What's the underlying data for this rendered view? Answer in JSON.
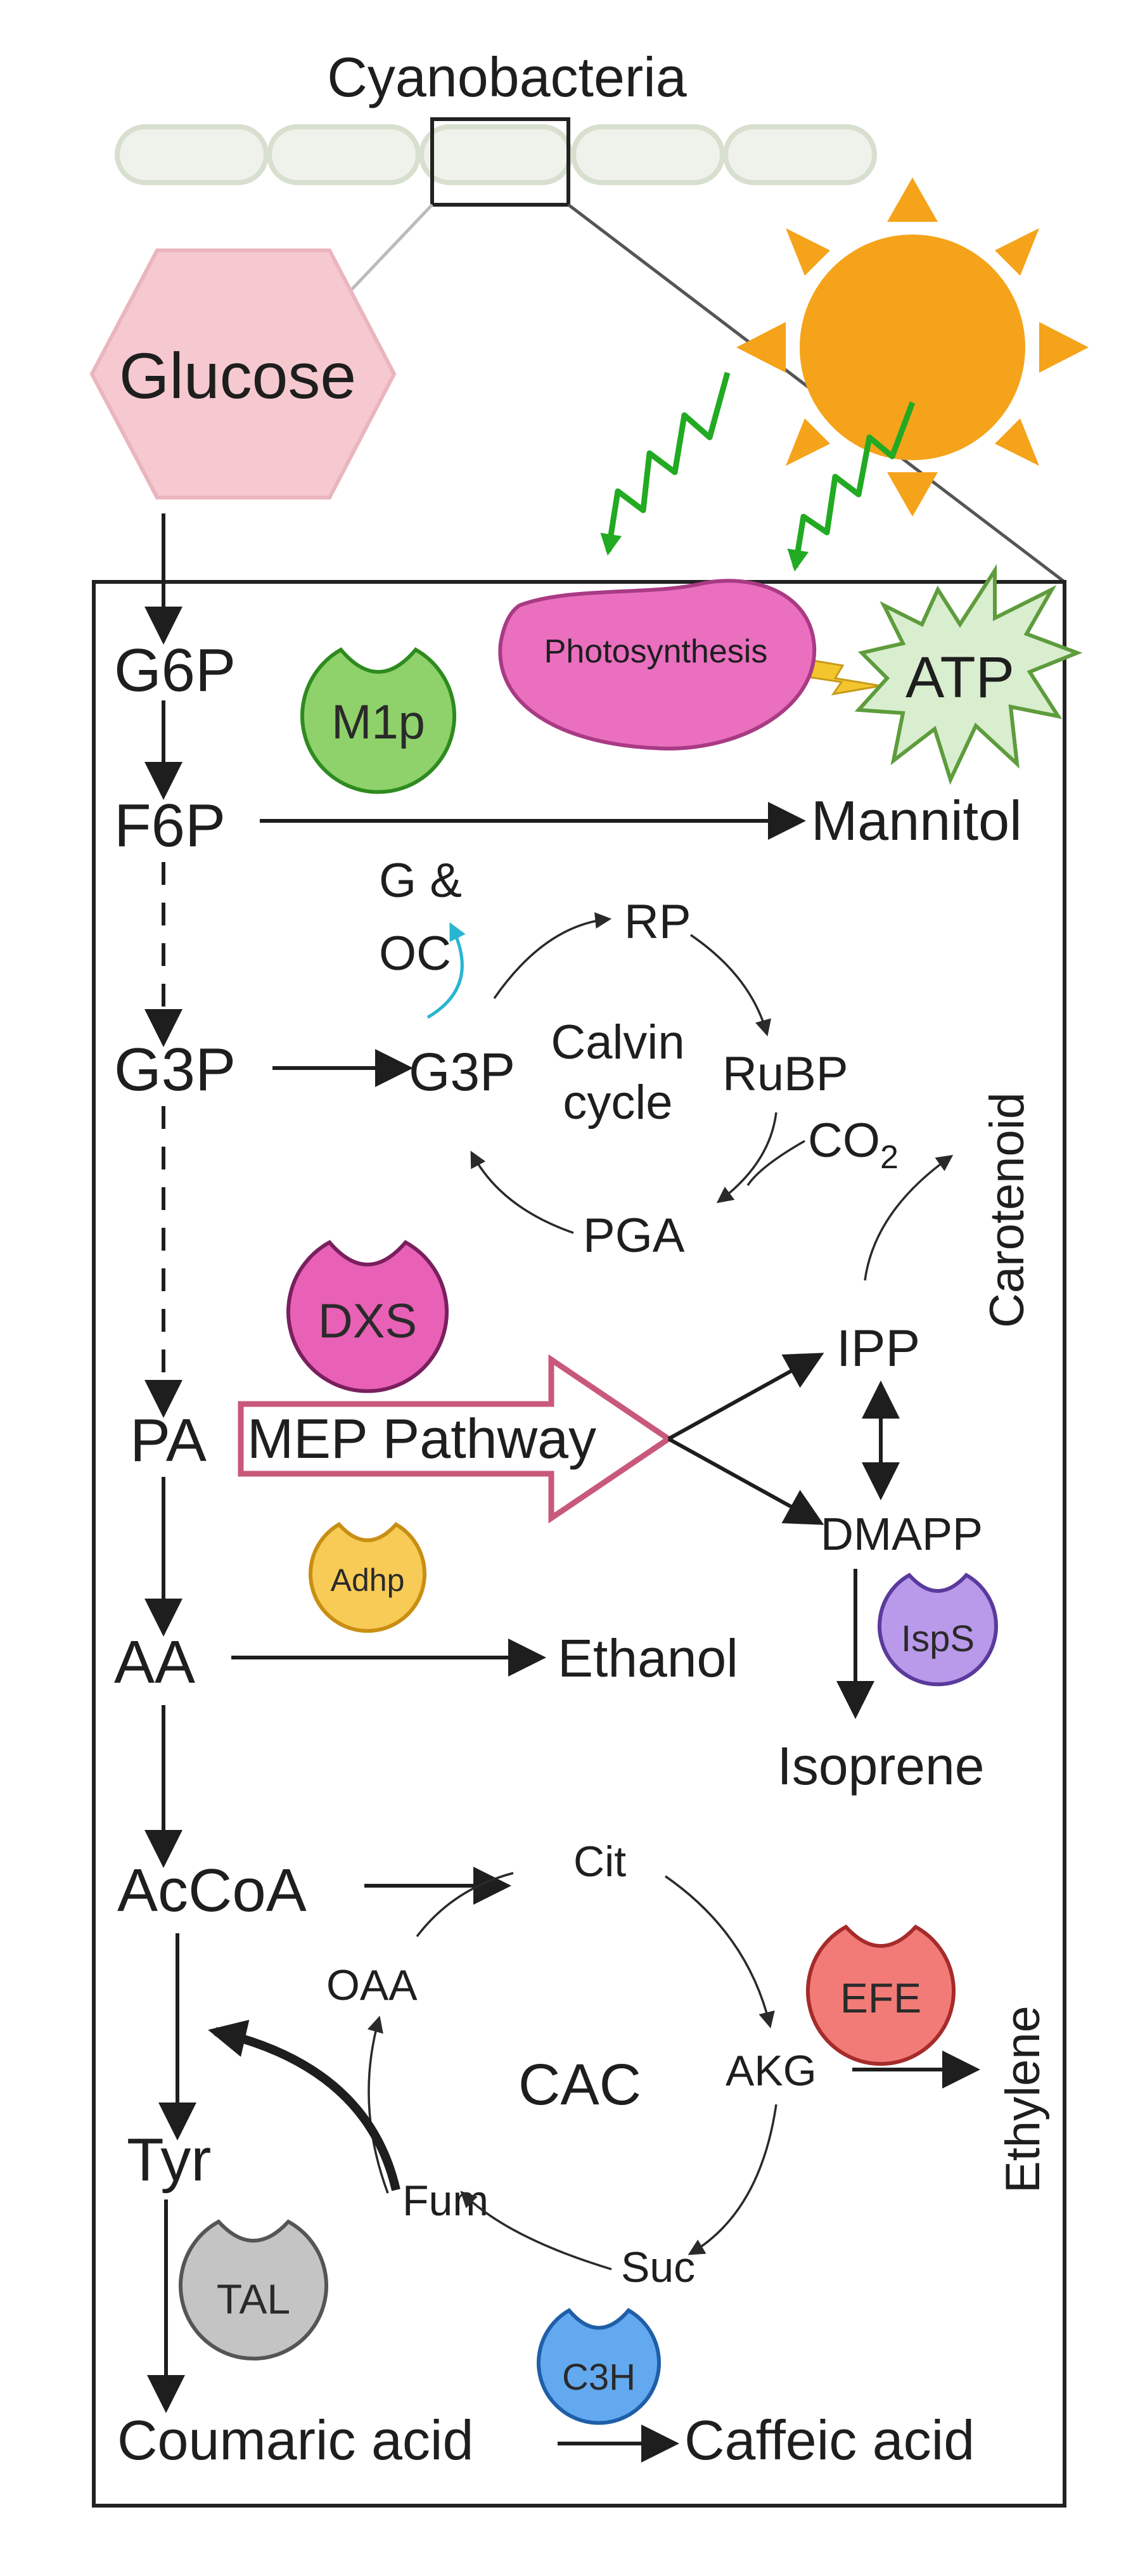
{
  "top_label": "Cyanobacteria",
  "glucose": "Glucose",
  "photosynthesis": "Photosynthesis",
  "atp": "ATP",
  "main_chain": [
    "G6P",
    "F6P",
    "G3P",
    "PA",
    "AA",
    "AcCoA",
    "Tyr"
  ],
  "products": {
    "mannitol": "Mannitol",
    "ethanol": "Ethanol",
    "isoprene": "Isoprene",
    "ethylene": "Ethylene",
    "carotenoid": "Carotenoid",
    "coumaric": "Coumaric acid",
    "caffeic": "Caffeic acid"
  },
  "calvin": {
    "label_line1": "Calvin",
    "label_line2": "cycle",
    "g3p": "G3P",
    "rp": "RP",
    "rubp": "RuBP",
    "co2": "CO",
    "co2_sub": "2",
    "pga": "PGA",
    "goc_line1": "G &",
    "goc_line2": "OC"
  },
  "mep": {
    "pathway": "MEP Pathway",
    "ipp": "IPP",
    "dmapp": "DMAPP"
  },
  "cac": {
    "label": "CAC",
    "cit": "Cit",
    "akg": "AKG",
    "suc": "Suc",
    "fum": "Fum",
    "oaa": "OAA"
  },
  "enzymes": {
    "m1p": "M1p",
    "dxs": "DXS",
    "adhp": "Adhp",
    "isps": "IspS",
    "efe": "EFE",
    "tal": "TAL",
    "c3h": "C3H"
  },
  "colors": {
    "sun": "#f5a31a",
    "glucose": "#f5c9cf",
    "photosynthesis": "#ea6fbf",
    "atp": "#d9edcf",
    "m1p": "#8fd16a",
    "dxs": "#e861b6",
    "adhp": "#f7cb55",
    "isps": "#b999ea",
    "efe": "#f27b77",
    "tal": "#c4c4c4",
    "c3h": "#63a9f0",
    "calvin_text": "#e8862a",
    "mep_outline": "#c9597a",
    "light_wave": "#22aa22"
  }
}
